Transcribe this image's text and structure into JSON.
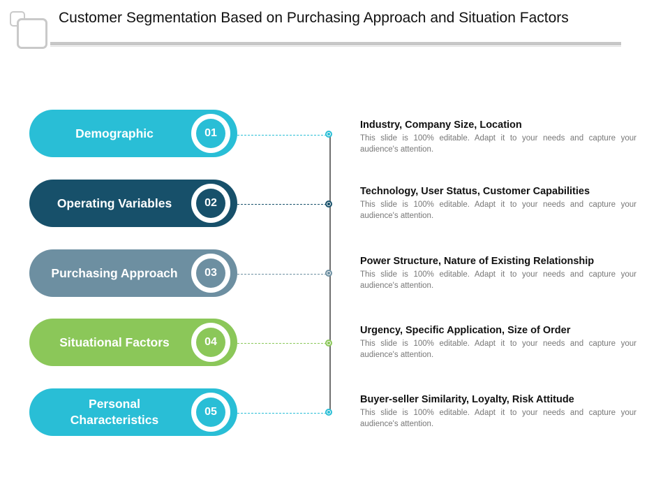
{
  "title": "Customer Segmentation Based on Purchasing Approach and Situation Factors",
  "colors": {
    "cyan": "#29bed6",
    "navy": "#17506a",
    "slate": "#6d8fa1",
    "green": "#8bc759",
    "line": "#6f6f6f",
    "rule": "#c7c7c7"
  },
  "segments": [
    {
      "label": "Demographic",
      "number": "01",
      "color": "#29bed6",
      "heading": "Industry, Company Size, Location",
      "description": "This slide is 100% editable. Adapt it to your needs and capture your audience's attention."
    },
    {
      "label": "Operating Variables",
      "number": "02",
      "color": "#17506a",
      "heading": "Technology, User Status, Customer Capabilities",
      "description": "This slide is 100% editable. Adapt it to your needs and capture your audience's attention."
    },
    {
      "label": "Purchasing Approach",
      "number": "03",
      "color": "#6d8fa1",
      "heading": "Power Structure, Nature of Existing Relationship",
      "description": "This slide is 100% editable. Adapt it to your needs and capture your audience's attention."
    },
    {
      "label": "Situational Factors",
      "number": "04",
      "color": "#8bc759",
      "heading": "Urgency, Specific Application,  Size of Order",
      "description": "This slide is 100% editable. Adapt it to your needs and capture your audience's attention."
    },
    {
      "label": "Personal Characteristics",
      "number": "05",
      "color": "#29bed6",
      "heading": "Buyer-seller Similarity, Loyalty, Risk Attitude",
      "description": "This slide is 100% editable. Adapt it to your needs and capture your audience's attention."
    }
  ]
}
